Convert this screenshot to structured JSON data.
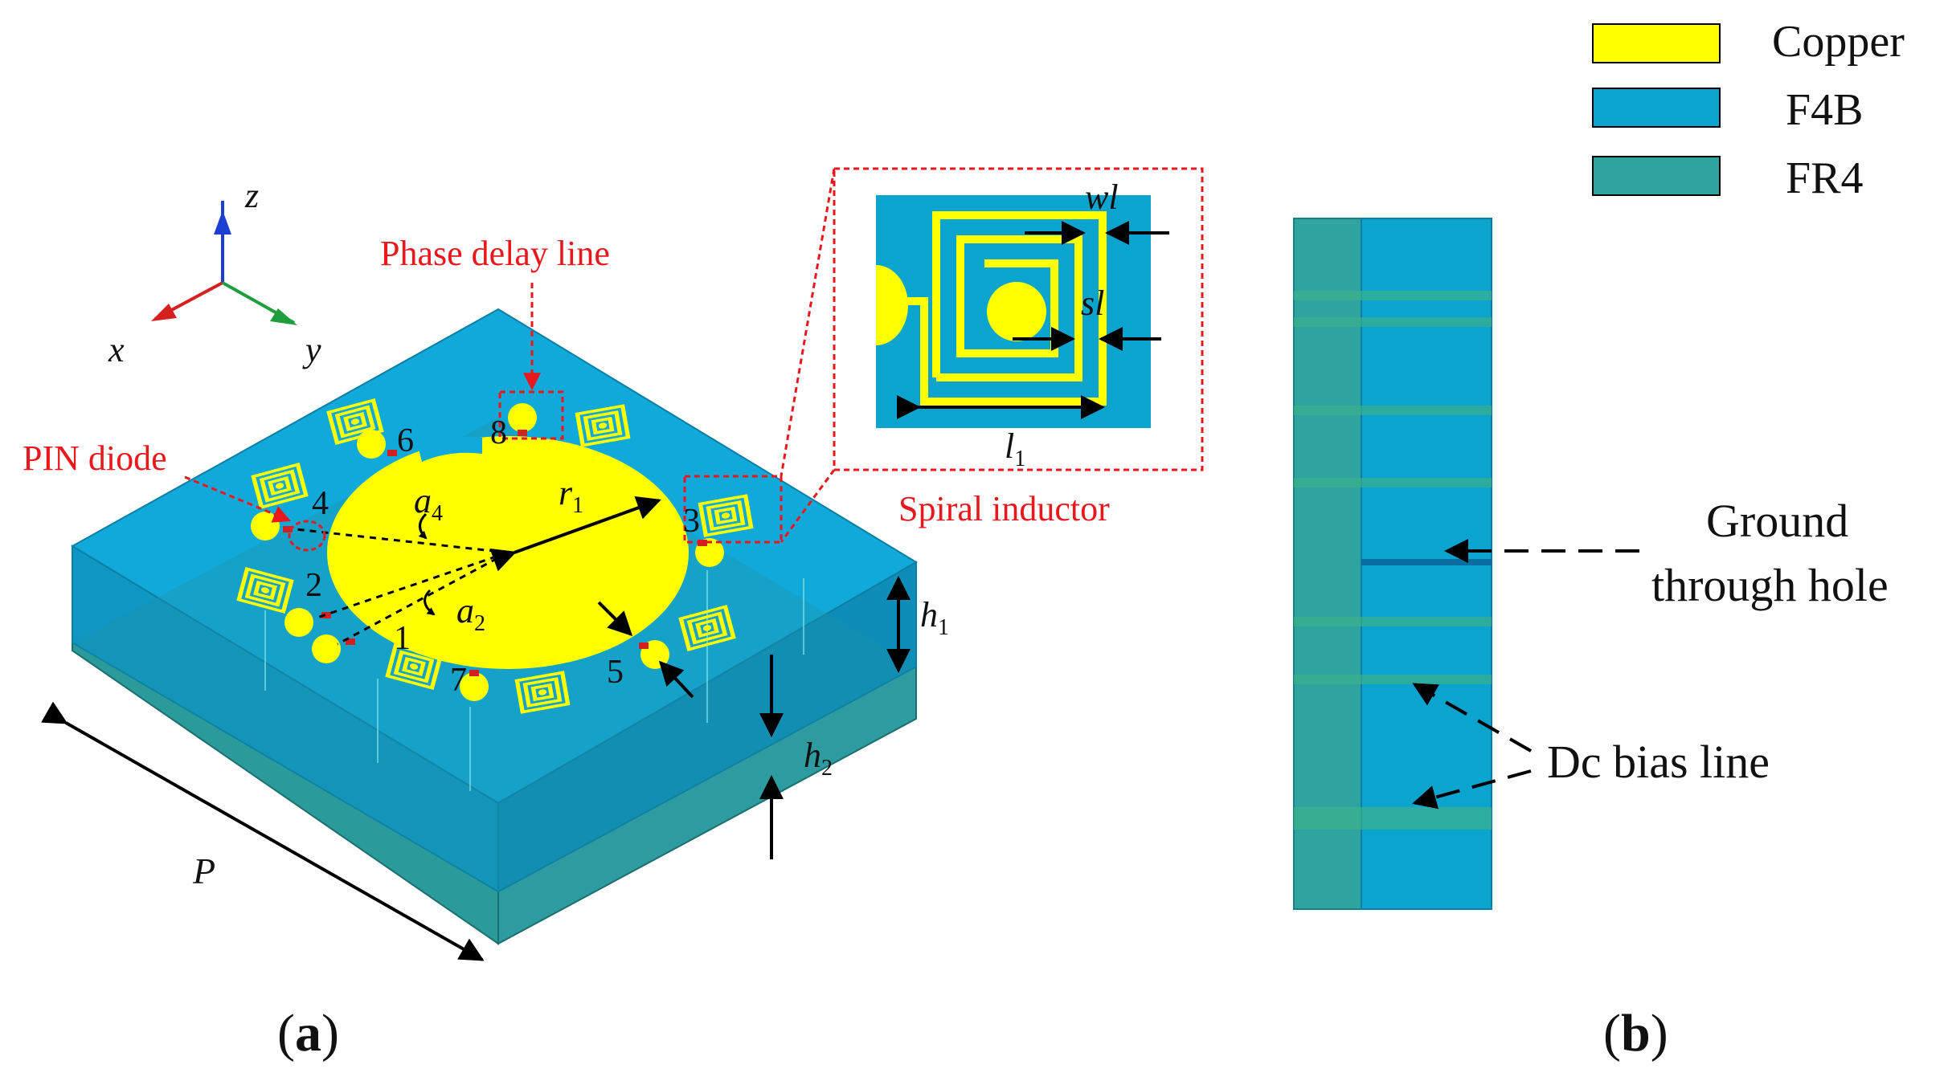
{
  "legend": {
    "items": [
      {
        "label": "Copper",
        "color": "#ffff00"
      },
      {
        "label": "F4B",
        "color": "#0aa4cf"
      },
      {
        "label": "FR4",
        "color": "#2fa3a0"
      }
    ]
  },
  "axes": {
    "x": "x",
    "y": "y",
    "z": "z"
  },
  "annotations": {
    "phase_delay_line": "Phase delay line",
    "pin_diode": "PIN diode",
    "spiral_inductor": "Spiral inductor",
    "ground_through_hole_1": "Ground",
    "ground_through_hole_2": "through hole",
    "dc_bias_line": "Dc bias line"
  },
  "dimensions": {
    "wl": "wl",
    "sl": "sl",
    "l": "l",
    "l_sub": "1",
    "r": "r",
    "r_sub": "1",
    "a4": "a",
    "a4_sub": "4",
    "a2": "a",
    "a2_sub": "2",
    "h1": "h",
    "h1_sub": "1",
    "h2": "h",
    "h2_sub": "2",
    "P": "P"
  },
  "port_numbers": [
    "1",
    "2",
    "3",
    "4",
    "5",
    "6",
    "7",
    "8"
  ],
  "panel_labels": {
    "a": "a",
    "b": "b",
    "open": "(",
    "close": ")"
  },
  "colors": {
    "copper": "#ffff00",
    "f4b": "#0aa4cf",
    "fr4": "#2fa3a0",
    "annotation": "#e8181c"
  }
}
